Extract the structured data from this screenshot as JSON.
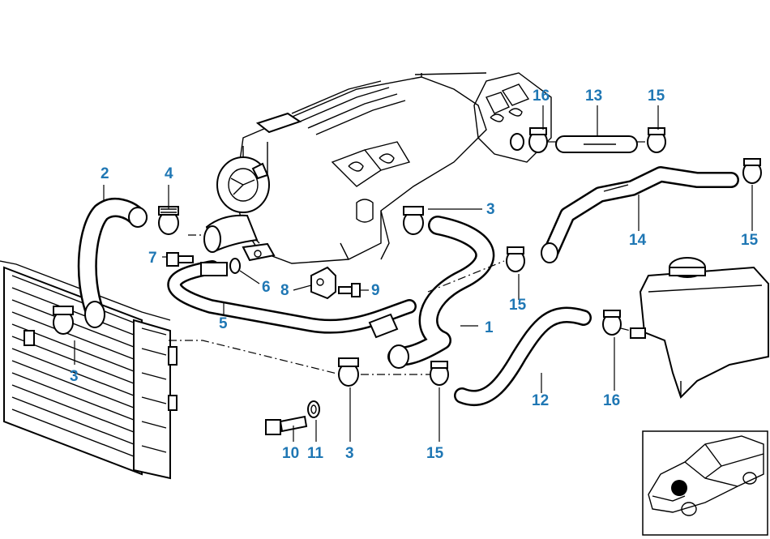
{
  "diagram": {
    "callouts": [
      "2",
      "4",
      "3",
      "16",
      "13",
      "15",
      "7",
      "6",
      "8",
      "9",
      "5",
      "1",
      "14",
      "15",
      "15",
      "3",
      "12",
      "16",
      "10",
      "11",
      "3",
      "15"
    ],
    "inset": {
      "icon": "car-location-thumbnail"
    }
  }
}
